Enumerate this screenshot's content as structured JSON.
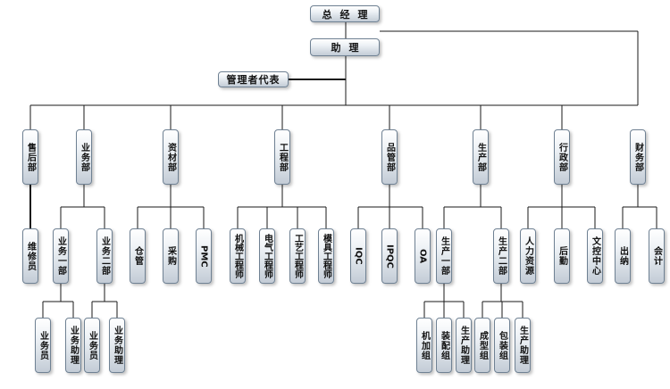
{
  "org": {
    "gm": "总经理",
    "assistant": "助理",
    "mgmt_rep": "管理者代表",
    "dept_after_sales": "售后部",
    "dept_business": "业务部",
    "dept_materials": "资材部",
    "dept_engineering": "工程部",
    "dept_quality": "品管部",
    "dept_production": "生产部",
    "dept_admin": "行政部",
    "dept_finance": "财务部",
    "repairman": "维修员",
    "biz_dept_1": "业务一部",
    "biz_dept_2": "业务二部",
    "warehouse": "仓管",
    "purchasing": "采购",
    "pmc": "PMC",
    "mech_engineer": "机械工程师",
    "elec_engineer": "电气工程师",
    "process_engineer": "工艺工程师",
    "mold_engineer": "模具工程师",
    "iqc": "IQC",
    "ipqc": "IPQC",
    "oa": "OA",
    "prod_dept_1": "生产一部",
    "prod_dept_2": "生产二部",
    "hr": "人力资源",
    "logistics": "后勤",
    "doc_center": "文控中心",
    "cashier": "出纳",
    "accountant": "会计",
    "salesman_1": "业务员",
    "biz_assistant_1": "业务助理",
    "salesman_2": "业务员",
    "biz_assistant_2": "业务助理",
    "machining_group": "机加组",
    "assembly_group": "装配组",
    "prod_assistant_1": "生产助理",
    "molding_group": "成型组",
    "packaging_group": "包装组",
    "prod_assistant_2": "生产助理"
  }
}
